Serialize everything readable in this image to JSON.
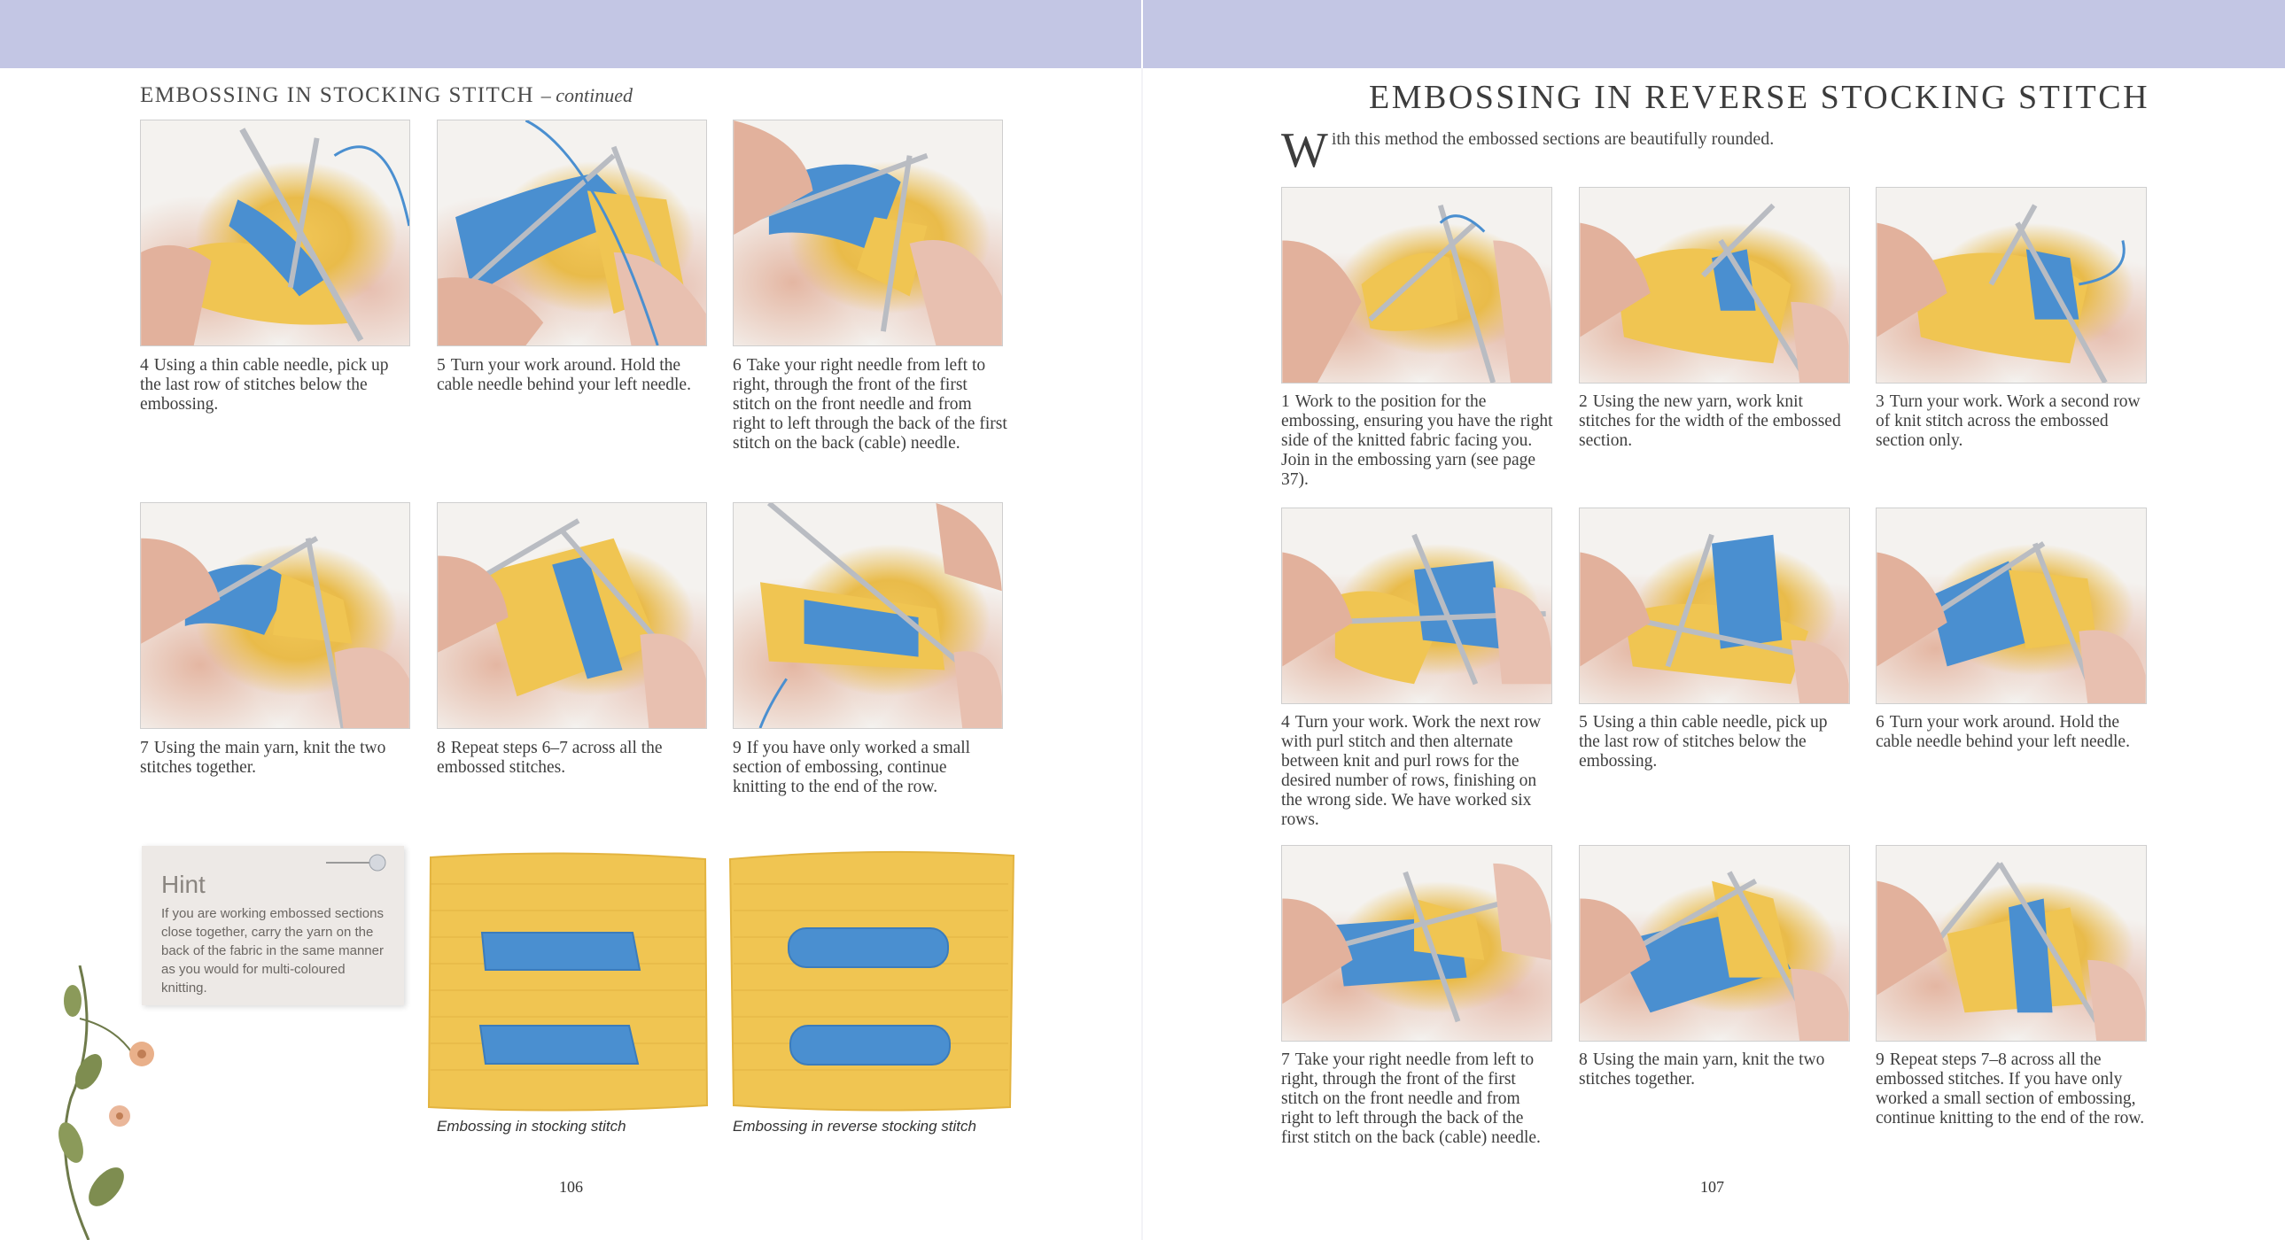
{
  "left_page": {
    "running_title": "EMBOSSING IN STOCKING STITCH",
    "running_title_suffix": "– continued",
    "steps": [
      {
        "num": "4",
        "text": "Using a thin cable needle, pick up the last row of stitches below the embossing."
      },
      {
        "num": "5",
        "text": "Turn your work around. Hold the cable needle behind your left needle."
      },
      {
        "num": "6",
        "text": "Take your right needle from left to right, through the front of the first stitch on the front needle and from right to left through the back of the first stitch on the back (cable) needle."
      },
      {
        "num": "7",
        "text": "Using the main yarn, knit the two stitches together."
      },
      {
        "num": "8",
        "text": "Repeat steps 6–7 across all the embossed stitches."
      },
      {
        "num": "9",
        "text": "If you have only worked a small section of embossing, continue knitting to the end of the row."
      }
    ],
    "hint": {
      "title": "Hint",
      "body": "If you are working embossed sections close together, carry the yarn on the back of the fabric in the same manner as you would for multi-coloured knitting."
    },
    "swatches": [
      {
        "caption": "Embossing in stocking stitch"
      },
      {
        "caption": "Embossing in reverse stocking stitch"
      }
    ],
    "page_number": "106"
  },
  "right_page": {
    "title": "EMBOSSING IN REVERSE STOCKING STITCH",
    "intro_dropcap": "W",
    "intro_rest": "ith this method the embossed sections are beautifully rounded.",
    "steps": [
      {
        "num": "1",
        "text": "Work to the position for the embossing, ensuring you have the right side of the knitted fabric facing you. Join in the embossing yarn (see page 37)."
      },
      {
        "num": "2",
        "text": "Using the new yarn, work knit stitches for the width of the embossed section."
      },
      {
        "num": "3",
        "text": "Turn your work. Work a second row of knit stitch across the embossed section only."
      },
      {
        "num": "4",
        "text": "Turn your work. Work the next row with purl stitch and then alternate between knit and purl rows for the desired number of rows, finishing on the wrong side. We have worked six rows."
      },
      {
        "num": "5",
        "text": "Using a thin cable needle, pick up the last row of stitches below the embossing."
      },
      {
        "num": "6",
        "text": "Turn your work around. Hold the cable needle behind your left needle."
      },
      {
        "num": "7",
        "text": "Take your right needle from left to right, through the front of the first stitch on the front needle and from right to left through the back of the first stitch on the back (cable) needle."
      },
      {
        "num": "8",
        "text": "Using the main yarn, knit the two stitches together."
      },
      {
        "num": "9",
        "text": "Repeat steps 7–8 across all the embossed stitches. If you have only worked a small section of embossing, continue knitting to the end of the row."
      }
    ],
    "page_number": "107"
  },
  "colors": {
    "header_band": "#c3c6e4",
    "yarn_yellow": "#f0c552",
    "yarn_blue": "#4a8fd0",
    "needle": "#b9bcc2"
  }
}
